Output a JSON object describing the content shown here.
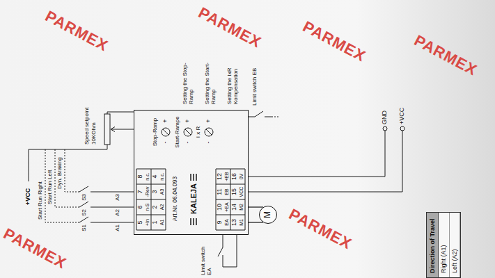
{
  "diagram": {
    "nodes": [
      {
        "text": [
          "Art.Nr. 06.04.093",
          "KALEJA"
        ]
      },
      {
        "text": [
          "M"
        ]
      },
      {
        "text": [
          "Direction of Travel",
          "Right (A1)",
          "Left (A2)"
        ]
      }
    ],
    "edges": [
      {
        "from": 1,
        "to": 0,
        "arrow": "none"
      },
      {
        "from": 1,
        "to": 0,
        "arrow": "none"
      }
    ],
    "labels": [
      "+VCC",
      "Start Run Right",
      "Start Run Left",
      "Dyn. Braking",
      "S1",
      "S2",
      "S3",
      "A1",
      "A2",
      "A3",
      "Speed setpoint",
      "10KOhm",
      "5",
      "6",
      "7",
      "8",
      "+In",
      "n-S",
      "-Rev",
      "n.c.",
      "1",
      "2",
      "3",
      "4",
      "A1",
      "A2",
      "A3",
      "n.c.",
      "Stop-Ramp",
      "-",
      "+",
      "Start-Rampe",
      "-",
      "+",
      "I x R",
      "-",
      "+",
      "9",
      "10",
      "11",
      "12",
      "EA",
      "+EA",
      "EB",
      "+EB",
      "13",
      "14",
      "15",
      "16",
      "M1",
      "M2",
      "VCC",
      "0V",
      "Setting the Stop-Ramp",
      "Setting the Start-Ramp",
      "Setting the IxR Kompensation",
      "Limit switch EB",
      "Limit switch EA",
      "+VCC",
      "GND",
      "PARMEX",
      "PARMEX",
      "PARMEX",
      "PARMEX",
      "PARMEX",
      "PARMEX"
    ]
  }
}
